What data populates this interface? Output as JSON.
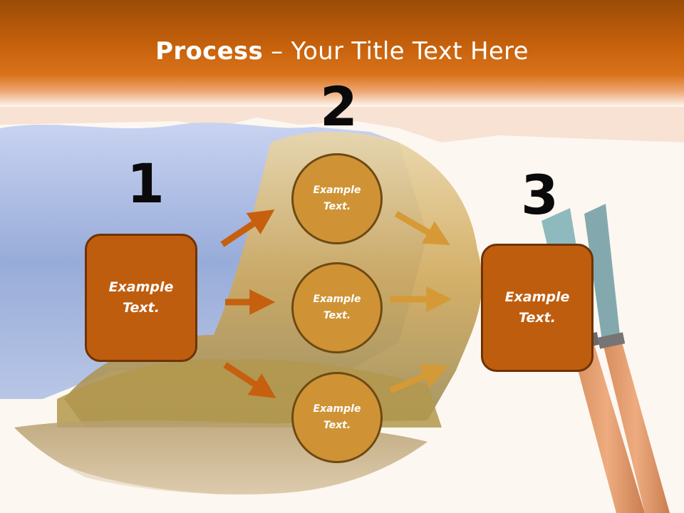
{
  "slide": {
    "title_bold": "Process",
    "title_rest": " – Your Title Text Here",
    "steps": {
      "one": "1",
      "two": "2",
      "three": "3"
    },
    "left_box": "Example Text.",
    "right_box": "Example Text.",
    "circles": [
      "Example Text.",
      "Example Text.",
      "Example Text."
    ]
  },
  "colors": {
    "header": "#c8620d",
    "box_fill": "#bf5d0f",
    "circle_fill": "#cf9336",
    "arrow_left": "#c6600f",
    "arrow_right": "#d59a36"
  }
}
